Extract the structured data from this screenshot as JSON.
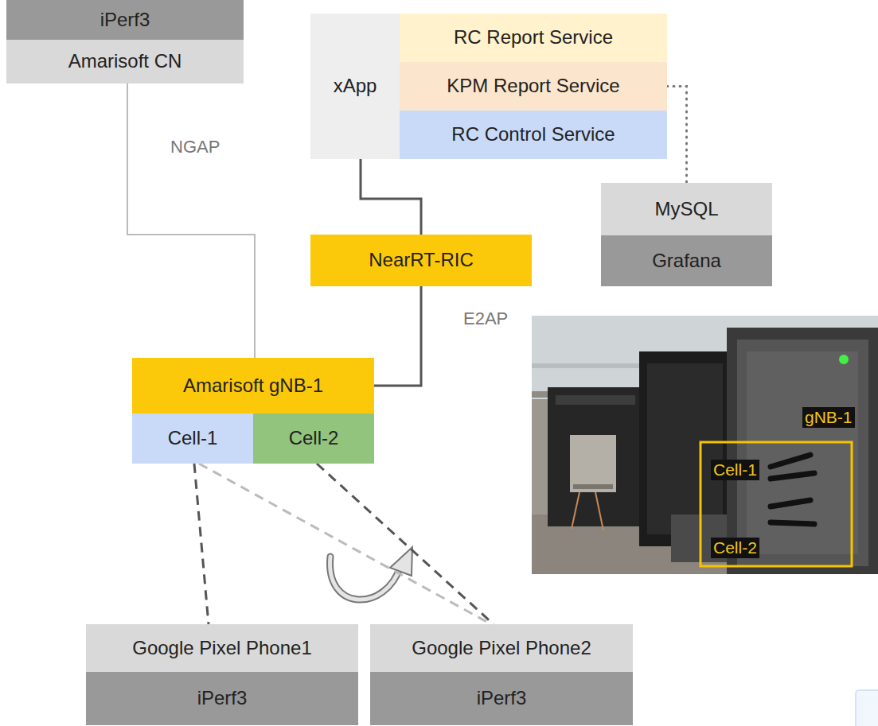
{
  "diagram": {
    "nodes": [
      {
        "text": [
          "iPerf3"
        ]
      },
      {
        "text": [
          "Amarisoft CN"
        ]
      },
      {
        "text": [
          "xApp"
        ]
      },
      {
        "text": [
          "RC Report Service"
        ],
        "in": 2
      },
      {
        "text": [
          "KPM Report Service"
        ],
        "in": 2
      },
      {
        "text": [
          "RC Control Service"
        ],
        "in": 2
      },
      {
        "text": [
          "NearRT-RIC"
        ]
      },
      {
        "text": [
          "MySQL"
        ]
      },
      {
        "text": [
          "Grafana"
        ]
      },
      {
        "text": [
          "Amarisoft gNB-1"
        ]
      },
      {
        "text": [
          "Cell-1"
        ]
      },
      {
        "text": [
          "Cell-2"
        ]
      },
      {
        "text": [
          "Google Pixel Phone1"
        ]
      },
      {
        "text": [
          "iPerf3"
        ]
      },
      {
        "text": [
          "Google Pixel Phone2"
        ]
      },
      {
        "text": [
          "iPerf3"
        ]
      }
    ],
    "edges": [
      {
        "from": 1,
        "to": 9,
        "label": "NGAP",
        "arrow": "none"
      },
      {
        "from": 2,
        "to": 6,
        "arrow": "none"
      },
      {
        "from": 6,
        "to": 9,
        "label": "E2AP",
        "arrow": "none"
      },
      {
        "from": 4,
        "to": 7,
        "arrow": "none"
      },
      {
        "from": 10,
        "to": 12,
        "arrow": "none"
      },
      {
        "from": 10,
        "to": 14,
        "arrow": "none"
      },
      {
        "from": 11,
        "to": 14,
        "arrow": "none"
      }
    ],
    "labels": [
      "gNB-1",
      "Cell-1",
      "Cell-2"
    ]
  }
}
